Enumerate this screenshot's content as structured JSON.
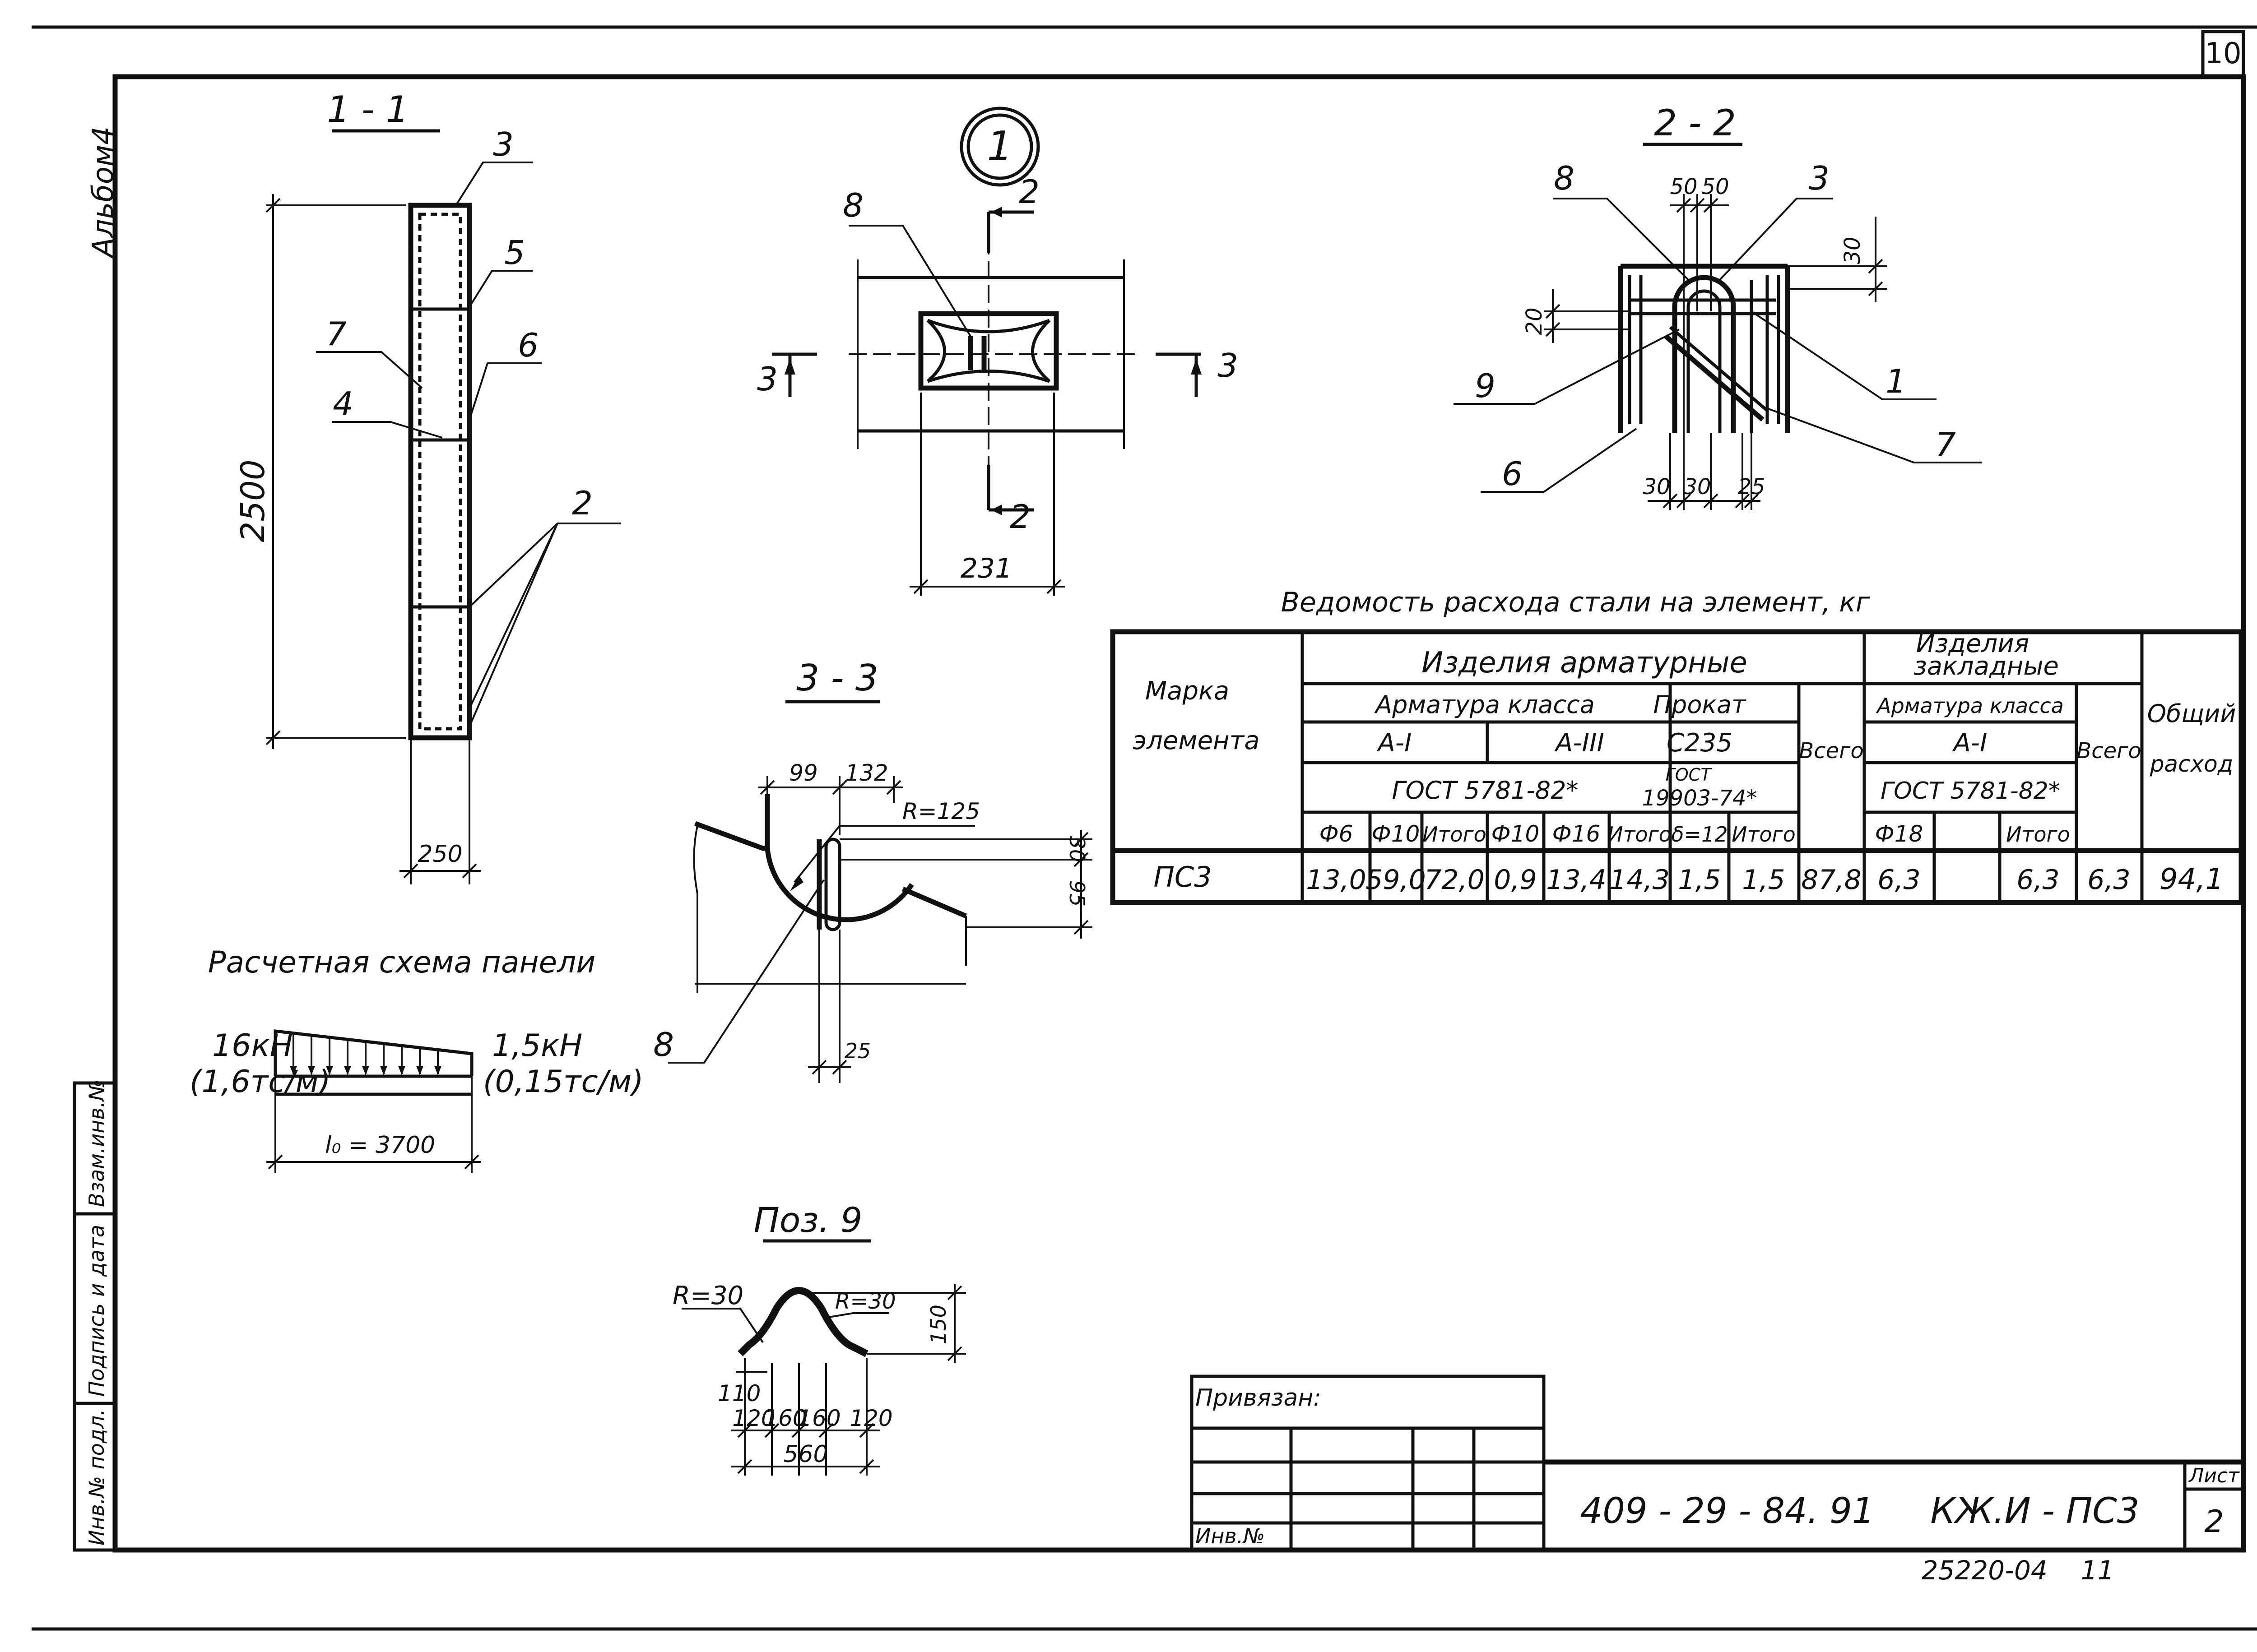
{
  "sheet": {
    "page_no": "10",
    "album": "Альбом4",
    "code": "409 - 29 - 84. 91     КЖ.И - ПС3",
    "list_label": "Лист",
    "list_no": "2",
    "bottom_code": "25220-04    11",
    "privyazan": "Привязан:",
    "inv_label": "Инв.№"
  },
  "side_stamp": {
    "inv_podl": "Инв.№ подл.",
    "podpis": "Подпись и дата",
    "vzam": "Взам.инв.№"
  },
  "section_1_1": {
    "title": "1 - 1",
    "height_dim": "2500",
    "width_dim": "250",
    "callouts": [
      "3",
      "5",
      "7",
      "6",
      "4",
      "2"
    ]
  },
  "node_1": {
    "circle_label": "1",
    "callout": "8",
    "cut_2": "2",
    "cut_3": "3",
    "width_dim": "231"
  },
  "section_2_2": {
    "title": "2 - 2",
    "callouts": {
      "c8": "8",
      "c3": "3",
      "c9": "9",
      "c1": "1",
      "c6": "6",
      "c7": "7"
    },
    "dims": {
      "top_a": "50",
      "top_b": "50",
      "right_30": "30",
      "left_20": "20",
      "bot_a": "30",
      "bot_b": "30",
      "bot_c": "25"
    }
  },
  "section_3_3": {
    "title": "3 - 3",
    "dims": {
      "d99": "99",
      "d132": "132",
      "radius": "R=125",
      "d30": "30",
      "d95": "95",
      "d25": "25"
    },
    "callout": "8"
  },
  "scheme": {
    "title": "Расчетная схема панели",
    "load_left": "16кН",
    "load_left_sub": "(1,6тс/м)",
    "load_right": "1,5кН",
    "load_right_sub": "(0,15тс/м)",
    "span": "l₀ = 3700"
  },
  "pos9": {
    "title": "Поз. 9",
    "r_left": "R=30",
    "r_right": "R=30",
    "h150": "150",
    "h110": "110",
    "segs": [
      "120",
      "160",
      "160",
      "120"
    ],
    "total": "560"
  },
  "table": {
    "title": "Ведомость расхода стали на элемент, кг",
    "h_mark": "Марка",
    "h_mark2": "элемента",
    "h_arm": "Изделия арматурные",
    "h_zakl1": "Изделия",
    "h_zakl2": "закладные",
    "h_total1": "Общий",
    "h_total2": "расход",
    "h_armkl": "Арматура класса",
    "h_prokat": "Прокат",
    "h_vsego": "Всего",
    "h_armkl2": "Арматура класса",
    "h_vsego2": "Всего",
    "h_a1": "А-I",
    "h_a3": "А-III",
    "h_c235": "С235",
    "h_a1b": "А-I",
    "h_gost1": "ГОСТ 5781-82*",
    "h_gost2a": "ГОСТ",
    "h_gost2b": "19903-74*",
    "h_gost3": "ГОСТ 5781-82*",
    "cols": [
      "Ф6",
      "Ф10",
      "Итого",
      "Ф10",
      "Ф16",
      "Итого",
      "δ=12",
      "Итого",
      "Ф18",
      "",
      "Итого"
    ],
    "row": {
      "mark": "ПС3",
      "values": [
        "13,0",
        "59,0",
        "72,0",
        "0,9",
        "13,4",
        "14,3",
        "1,5",
        "1,5",
        "87,8",
        "6,3",
        "",
        "6,3",
        "6,3",
        "94,1"
      ]
    }
  }
}
